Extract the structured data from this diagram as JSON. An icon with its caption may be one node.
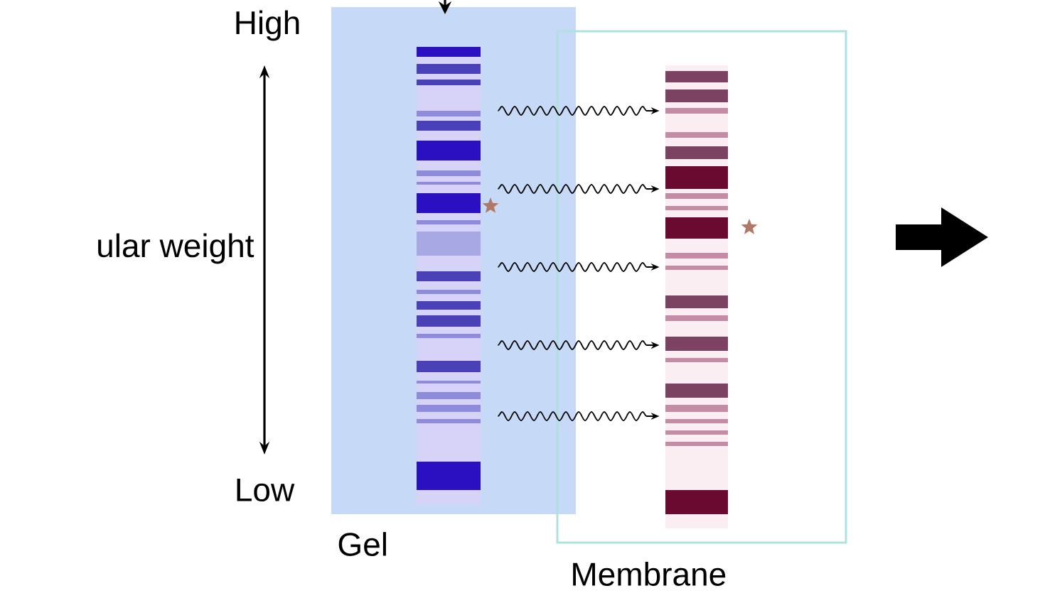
{
  "diagram": {
    "nodes": [
      {
        "text": [
          "Gel"
        ]
      },
      {
        "text": [],
        "shape": "bar",
        "in": 0
      },
      {
        "text": [
          "Membrane"
        ]
      },
      {
        "text": [],
        "shape": "bar",
        "in": 2
      }
    ],
    "edges": [
      {
        "from": 1,
        "to": 3,
        "arrow": "to"
      },
      {
        "from": 1,
        "to": 3,
        "arrow": "to"
      },
      {
        "from": 1,
        "to": 3,
        "arrow": "to"
      },
      {
        "from": 1,
        "to": 3,
        "arrow": "to"
      },
      {
        "from": 1,
        "to": 3,
        "arrow": "to"
      }
    ],
    "labels": [
      "High",
      "ular weight",
      "Low"
    ]
  }
}
